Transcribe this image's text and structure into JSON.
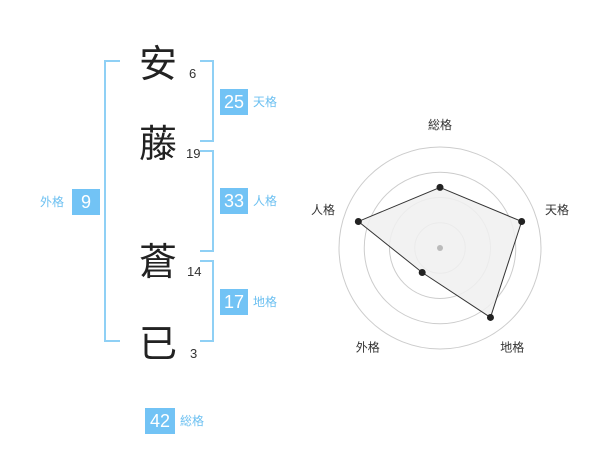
{
  "name": {
    "chars": [
      {
        "char": "安",
        "strokes": "6"
      },
      {
        "char": "藤",
        "strokes": "19"
      },
      {
        "char": "蒼",
        "strokes": "14"
      },
      {
        "char": "已",
        "strokes": "3"
      }
    ]
  },
  "fortunes": {
    "tenkaku": {
      "value": "25",
      "label": "天格"
    },
    "jinkaku": {
      "value": "33",
      "label": "人格"
    },
    "chikaku": {
      "value": "17",
      "label": "地格"
    },
    "gaikaku": {
      "value": "9",
      "label": "外格"
    },
    "soukaku": {
      "value": "42",
      "label": "総格"
    }
  },
  "chart_data": {
    "type": "radar",
    "axes": [
      "総格",
      "天格",
      "地格",
      "外格",
      "人格"
    ],
    "values": [
      0.6,
      0.85,
      0.85,
      0.3,
      0.85
    ],
    "range": [
      0,
      1
    ],
    "rings": 4,
    "colors": {
      "fill": "#f0f0f0",
      "stroke": "#333333",
      "grid": "#cccccc"
    }
  },
  "colors": {
    "accent": "#72c3f5",
    "label": "#6cc0f1"
  }
}
